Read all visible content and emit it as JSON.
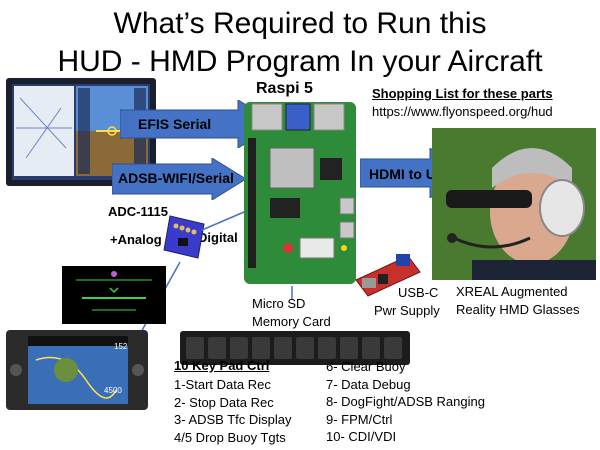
{
  "title": {
    "line1": "What’s Required to Run this",
    "line2": "HUD - HMD Program In your Aircraft"
  },
  "labels": {
    "raspi": "Raspi 5",
    "shopping_title": "Shopping List for these parts",
    "shopping_url": "https://www.flyonspeed.org/hud",
    "efis_serial": "EFIS Serial",
    "adsb": "ADSB-WIFI/Serial",
    "hdmi": "HDMI to USB-C",
    "adc_1": "ADC-1115",
    "adc_2": "+Analog",
    "digital": "Digital",
    "micro_sd_1": "Micro SD",
    "micro_sd_2": "Memory Card",
    "usbc_1": "USB-C",
    "usbc_2": "Pwr Supply",
    "xreal_1": "XREAL Augmented",
    "xreal_2": "Reality HMD Glasses"
  },
  "keypad": {
    "title": "10 Key Pad Ctrl",
    "left": [
      "1-Start Data Rec",
      "2- Stop Data Rec",
      "3- ADSB Tfc Display",
      "4/5 Drop Buoy Tgts"
    ],
    "right": [
      "6- Clear Buoy",
      "7- Data Debug",
      "8- DogFight/ADSB Ranging",
      "9- FPM/Ctrl",
      "10- CDI/VDI"
    ]
  },
  "avionics": {
    "speed": "152",
    "alt": "4500"
  },
  "colors": {
    "arrow": "#4472c4",
    "arrow_outline": "#2f528f",
    "board": "#2e8b3a",
    "adc": "#3a3acb"
  }
}
